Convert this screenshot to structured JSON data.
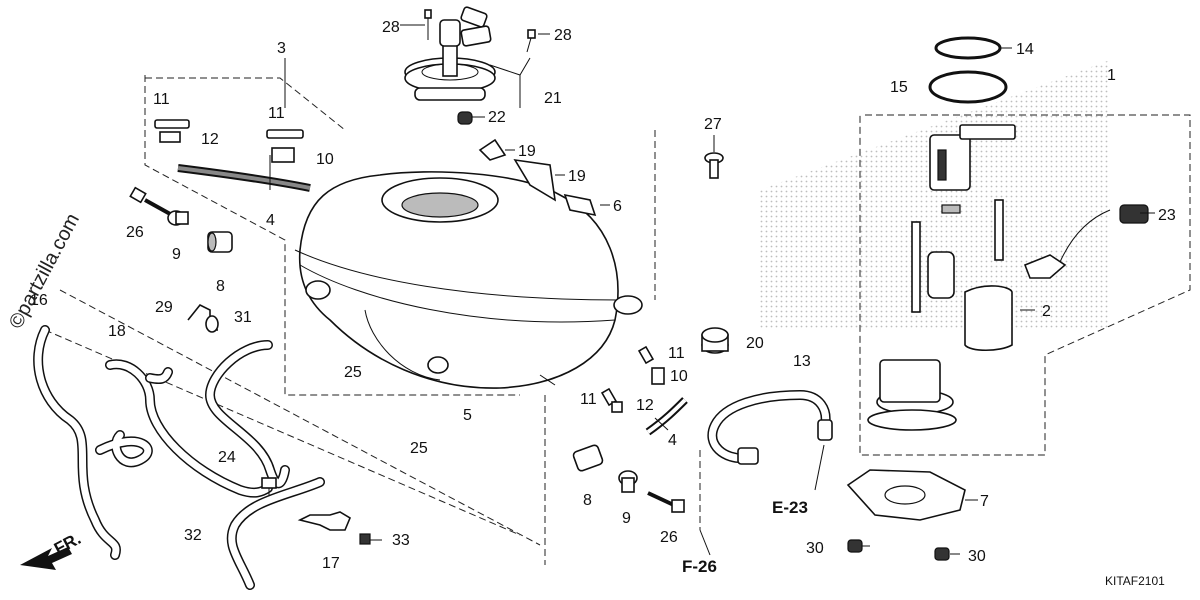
{
  "watermark": "©partzilla.com",
  "diagram_code": "KITAF2101",
  "direction": {
    "label": "FR."
  },
  "refs": {
    "e23": "E-23",
    "f26": "F-26"
  },
  "callouts": {
    "c1": "1",
    "c2": "2",
    "c3": "3",
    "c4a": "4",
    "c4b": "4",
    "c5": "5",
    "c6": "6",
    "c7": "7",
    "c8a": "8",
    "c8b": "8",
    "c9a": "9",
    "c9b": "9",
    "c10a": "10",
    "c10b": "10",
    "c11a": "11",
    "c11b": "11",
    "c11c": "11",
    "c11d": "11",
    "c12a": "12",
    "c12b": "12",
    "c13": "13",
    "c14": "14",
    "c15": "15",
    "c16": "16",
    "c17": "17",
    "c18": "18",
    "c19a": "19",
    "c19b": "19",
    "c20": "20",
    "c21": "21",
    "c22": "22",
    "c23": "23",
    "c24": "24",
    "c25a": "25",
    "c25b": "25",
    "c26a": "26",
    "c26b": "26",
    "c27": "27",
    "c28a": "28",
    "c28b": "28",
    "c29": "29",
    "c30a": "30",
    "c30b": "30",
    "c31": "31",
    "c32": "32",
    "c33": "33"
  }
}
